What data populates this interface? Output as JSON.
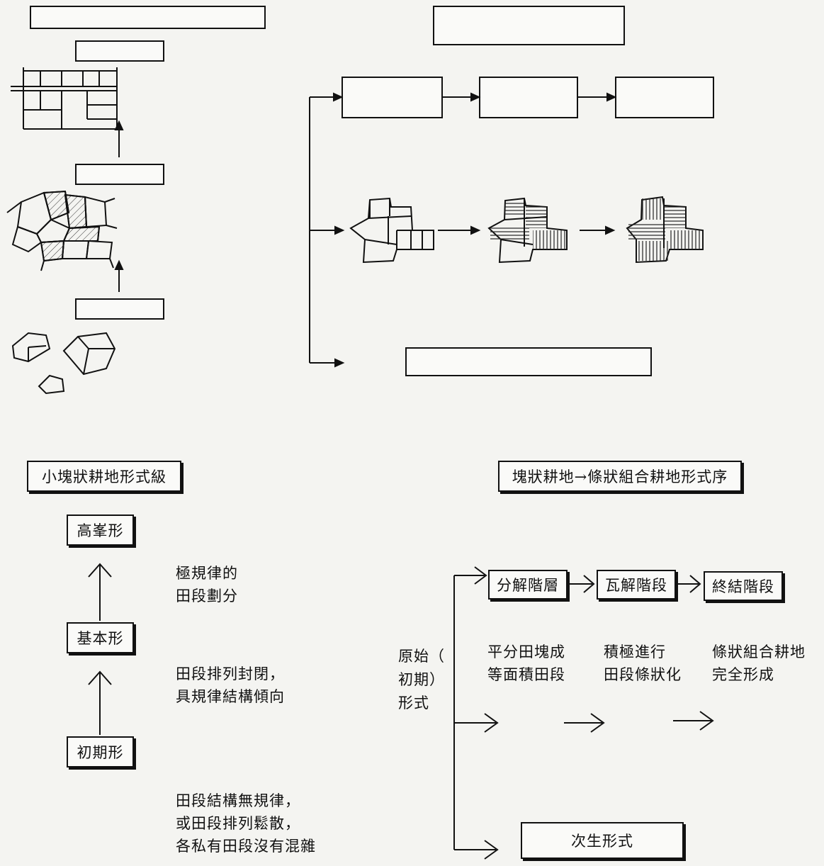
{
  "labels": {
    "left_title": "小塊狀耕地形式級",
    "right_title": "塊狀耕地→條狀組合耕地形式序",
    "high_form": "高峯形",
    "basic_form": "基本形",
    "initial_form": "初期形",
    "note_high": "極規律的\n田段劃分",
    "note_basic": "田段排列封閉，\n具規律結構傾向",
    "note_initial": "田段結構無規律，\n或田段排列鬆散，\n各私有田段沒有混雜",
    "origin": "原始（\n初期）\n形式",
    "stage1": "分解階層",
    "stage2": "瓦解階段",
    "stage3": "終結階段",
    "desc1": "平分田塊成\n等面積田段",
    "desc2": "積極進行\n田段條狀化",
    "desc3": "條狀組合耕地\n完全形成",
    "secondary": "次生形式"
  }
}
